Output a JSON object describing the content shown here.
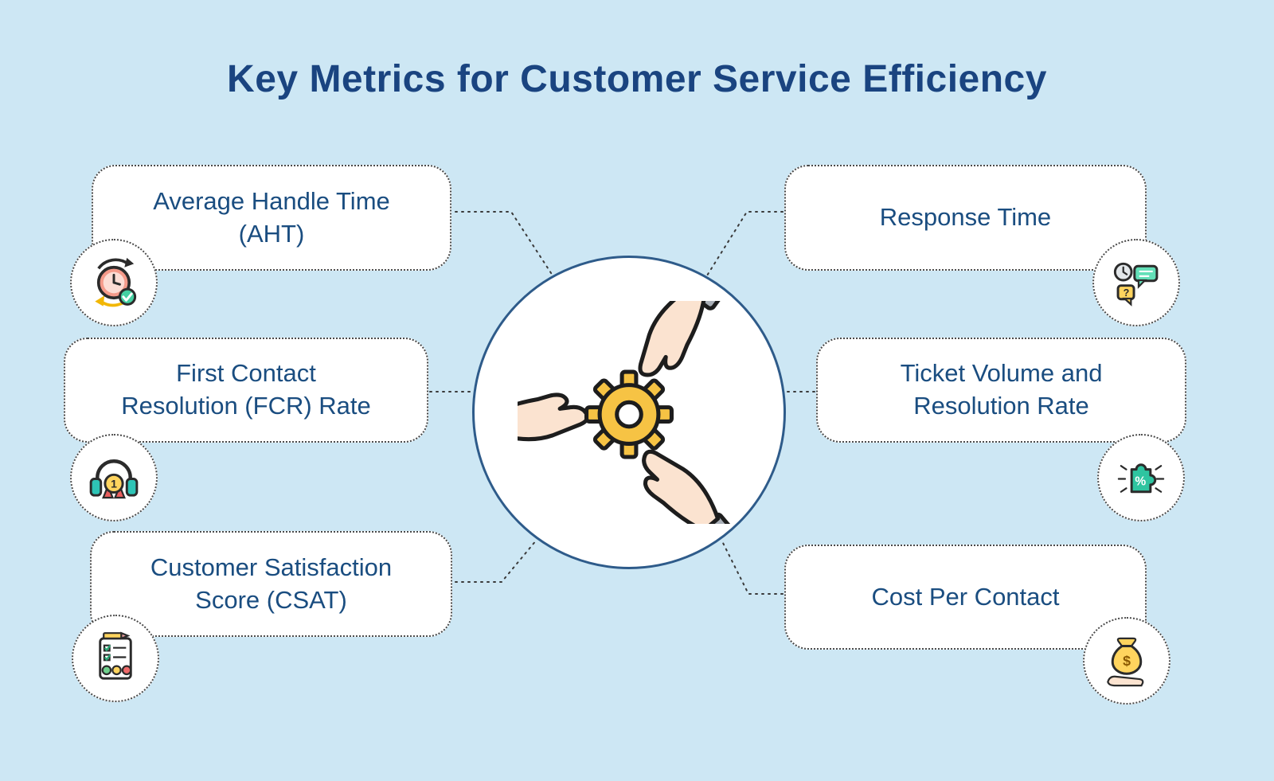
{
  "title": "Key Metrics for Customer Service Efficiency",
  "colors": {
    "background": "#cde7f4",
    "title_text": "#1a4480",
    "metric_text": "#1a4d80",
    "box_background": "#ffffff",
    "dotted_border": "#4a4a4a",
    "center_ring": "#2e5b8a",
    "gear_yellow": "#f6c344",
    "accent_teal": "#2ec4b6",
    "accent_yellow": "#ffd45e",
    "accent_green": "#45d0a2",
    "accent_red": "#e85d5d",
    "skin_tone": "#fbe3d0"
  },
  "center": {
    "icon": "hands-around-gear-icon"
  },
  "metrics": [
    {
      "label": "Average Handle Time\n(AHT)",
      "icon": "clock-refresh-check-icon",
      "position": "top-left"
    },
    {
      "label": "First Contact\nResolution (FCR) Rate",
      "icon": "headset-first-place-medal-icon",
      "position": "middle-left"
    },
    {
      "label": "Customer Satisfaction\nScore (CSAT)",
      "icon": "survey-checklist-smileys-icon",
      "position": "bottom-left"
    },
    {
      "label": "Response Time",
      "icon": "clock-chat-bubbles-icon",
      "position": "top-right"
    },
    {
      "label": "Ticket Volume and\nResolution Rate",
      "icon": "puzzle-percent-icon",
      "position": "middle-right"
    },
    {
      "label": "Cost Per Contact",
      "icon": "money-bag-in-hand-icon",
      "position": "bottom-right"
    }
  ]
}
